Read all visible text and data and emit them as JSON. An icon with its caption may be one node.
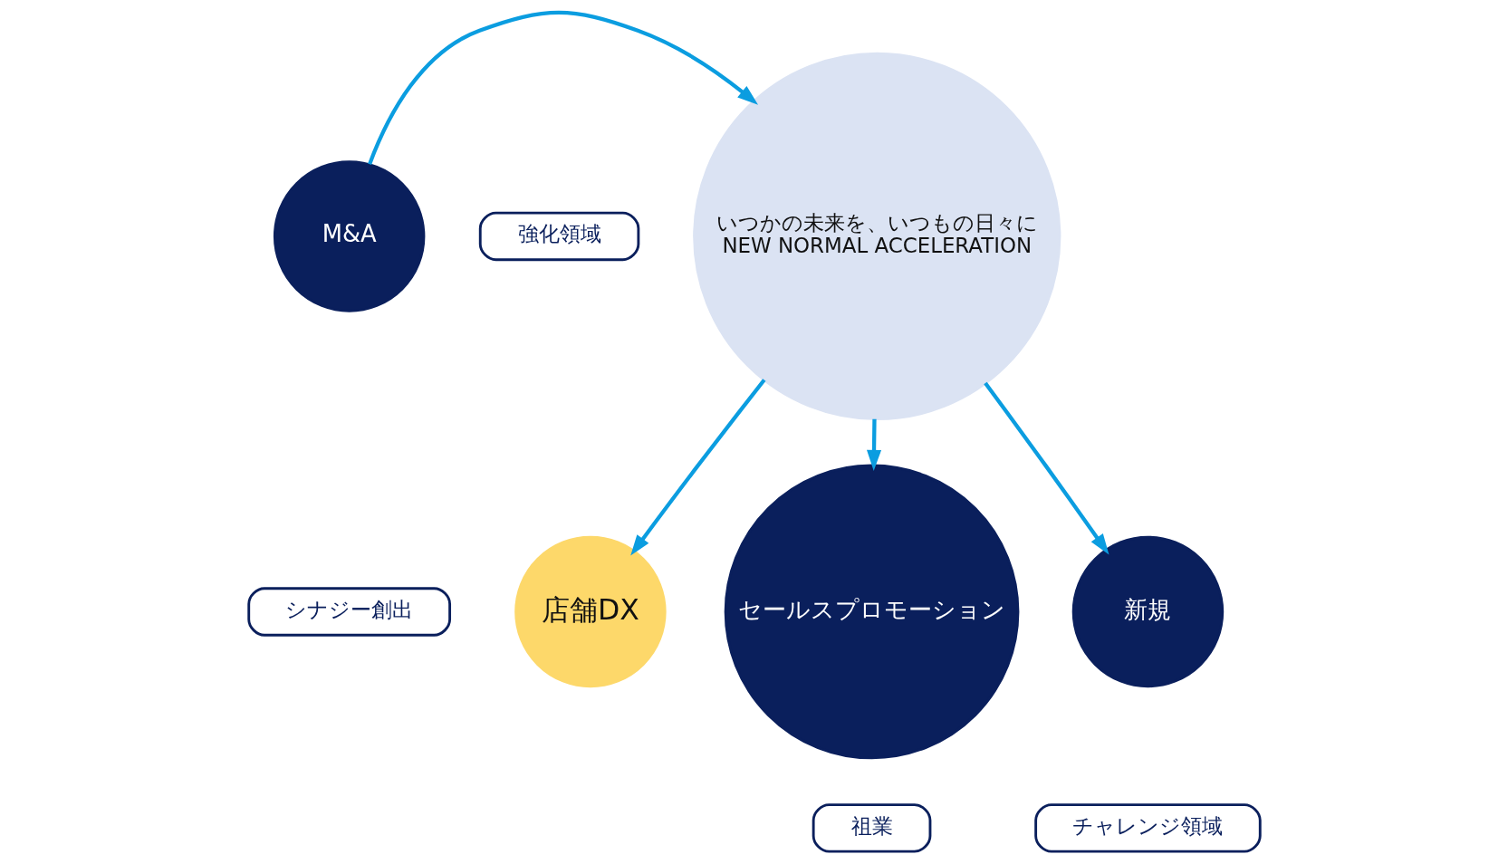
{
  "diagram": {
    "nodes": [
      {
        "text": [
          "いつかの未来を、いつもの日々に",
          "NEW NORMAL ACCELERATION"
        ]
      },
      {
        "text": [
          "強化領域"
        ]
      },
      {
        "text": [
          "店舗DX"
        ]
      },
      {
        "text": [
          "セールスプロモーション"
        ]
      },
      {
        "text": [
          "祖業"
        ]
      },
      {
        "text": [
          "新規"
        ]
      },
      {
        "text": [
          "チャレンジ領域"
        ]
      },
      {
        "text": [
          "M&A"
        ]
      },
      {
        "text": [
          "シナジー創出"
        ]
      }
    ],
    "edges": [
      {
        "from": 0,
        "to": 2,
        "arrow": "to"
      },
      {
        "from": 0,
        "to": 3,
        "arrow": "to"
      },
      {
        "from": 0,
        "to": 5,
        "arrow": "to"
      },
      {
        "from": 7,
        "to": 0,
        "arrow": "to"
      }
    ]
  }
}
